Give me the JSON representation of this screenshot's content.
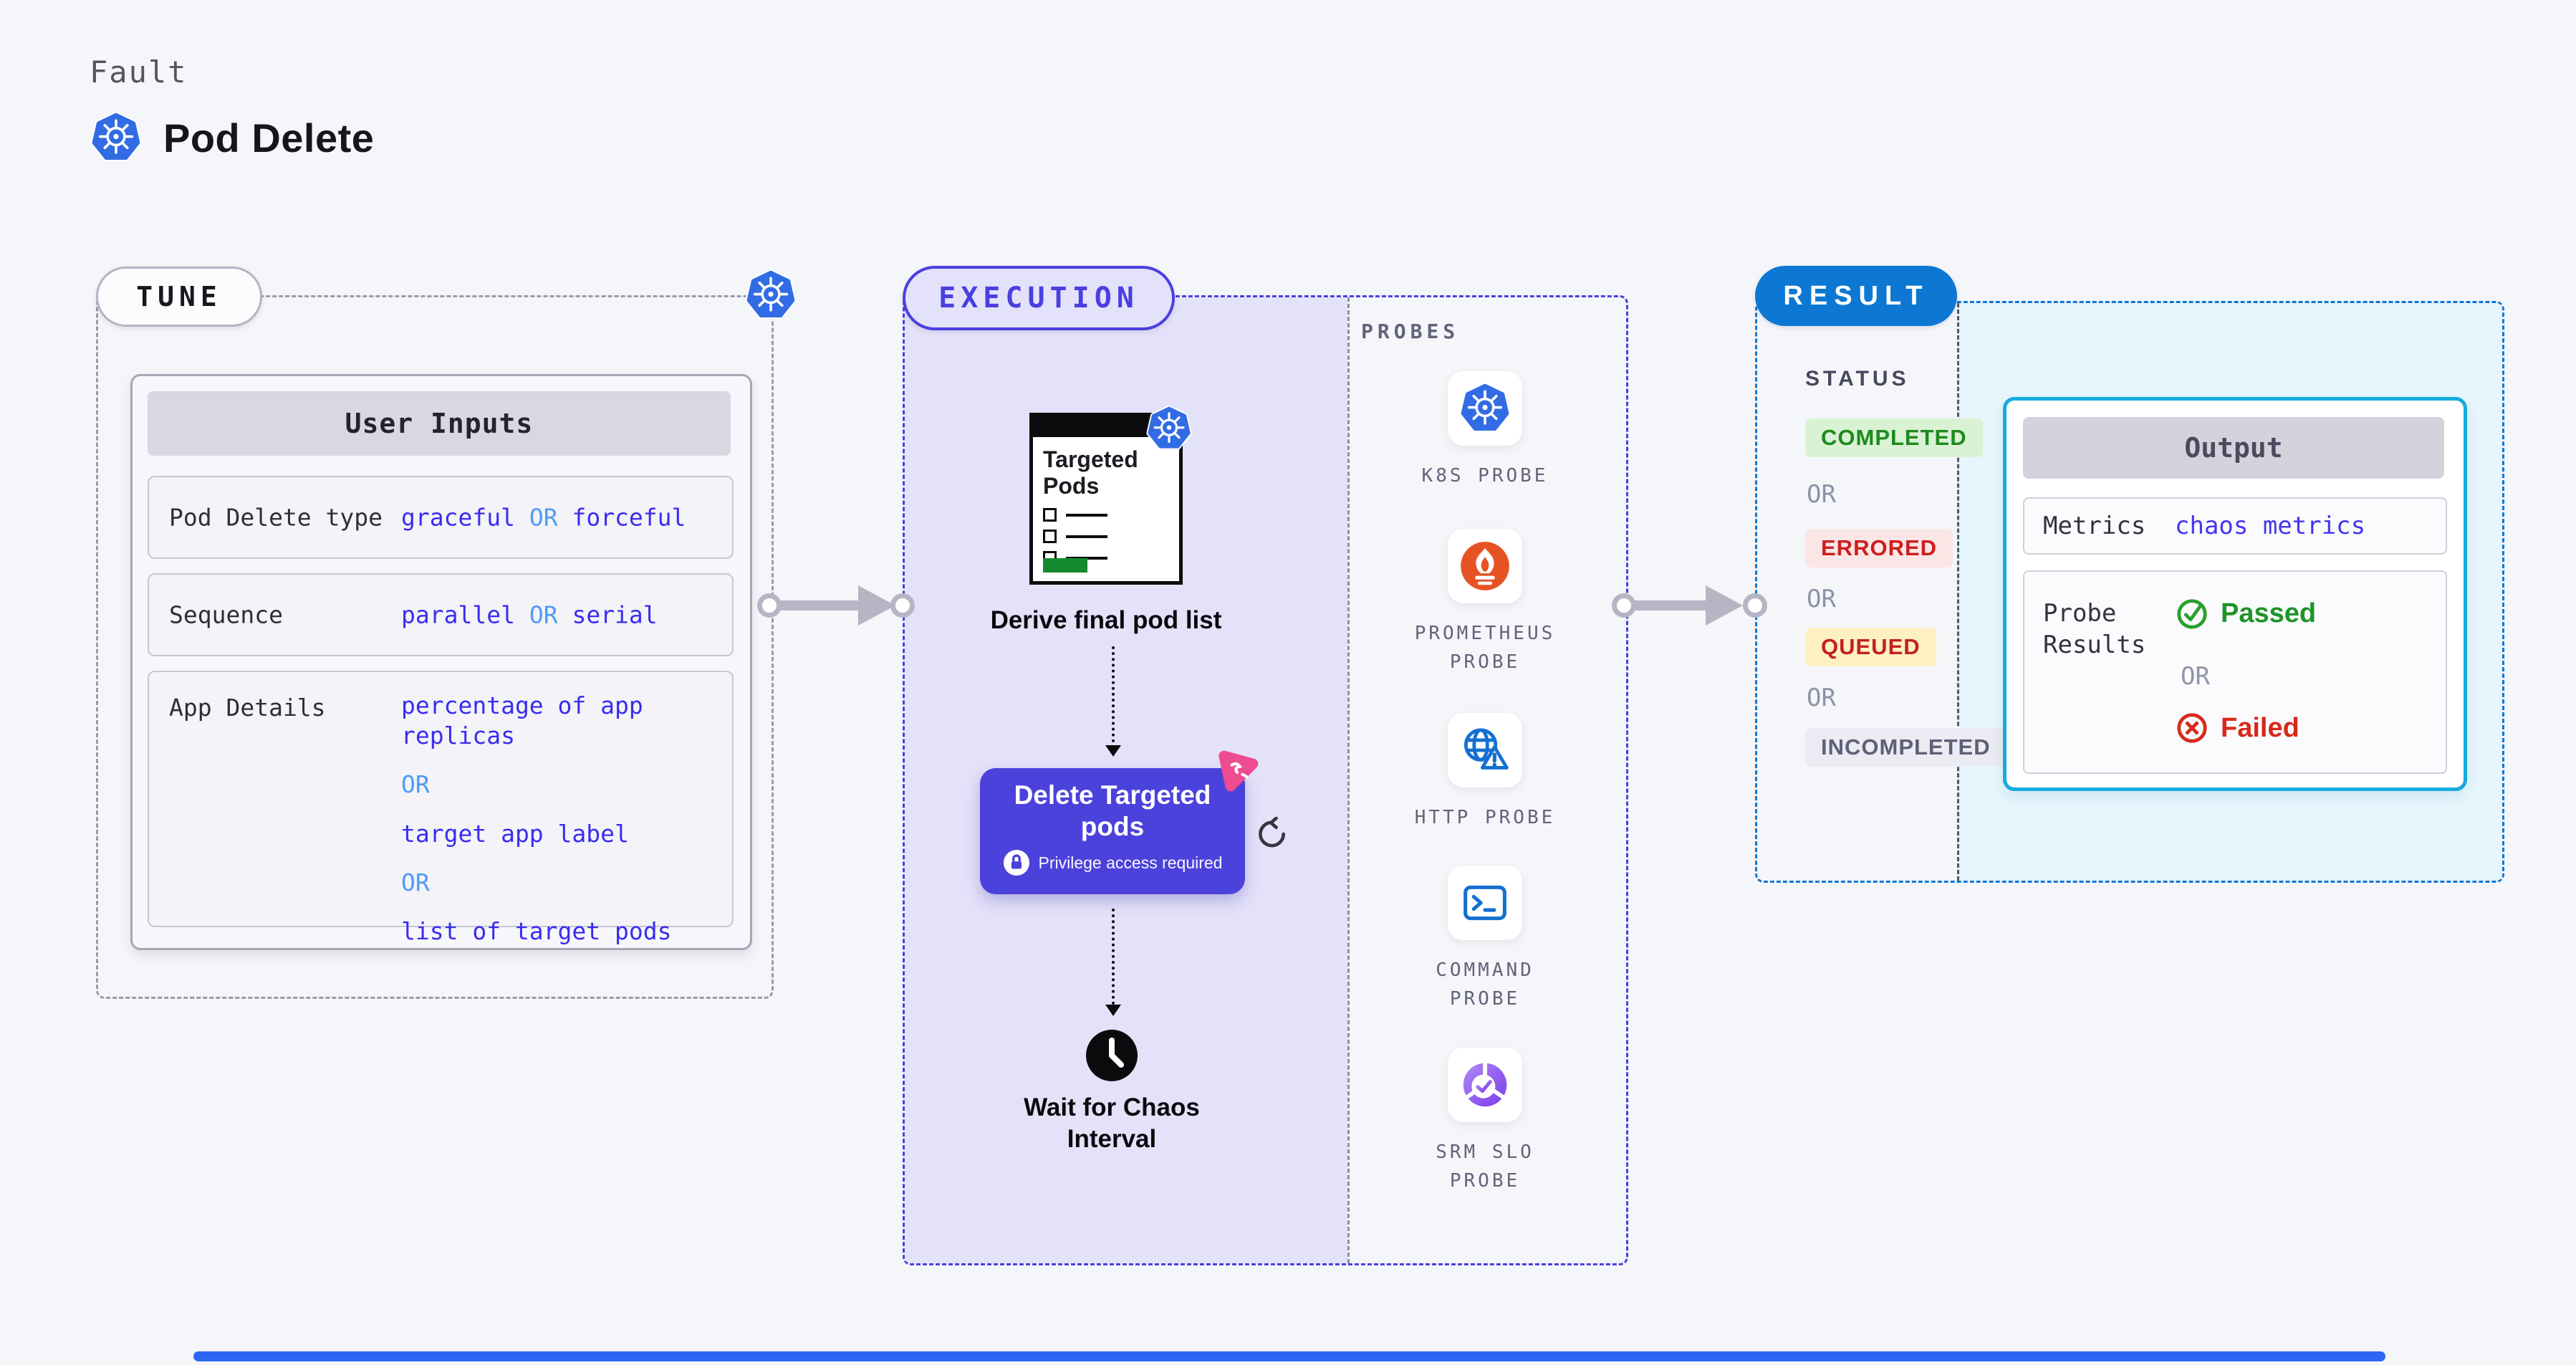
{
  "header": {
    "eyebrow": "Fault",
    "title": "Pod Delete",
    "icon": "kubernetes-icon"
  },
  "tune": {
    "label": "TUNE",
    "table_title": "User Inputs",
    "rows": [
      {
        "label": "Pod Delete type",
        "value_a": "graceful",
        "or": "OR",
        "value_b": "forceful"
      },
      {
        "label": "Sequence",
        "value_a": "parallel",
        "or": "OR",
        "value_b": "serial"
      },
      {
        "label": "App Details",
        "options": [
          "percentage of app replicas",
          "OR",
          "target app label",
          "OR",
          "list of target pods"
        ]
      }
    ]
  },
  "execution": {
    "label": "EXECUTION",
    "pod_card_title": "Targeted Pods",
    "step_derive": "Derive final pod list",
    "step_delete": "Delete Targeted pods",
    "privilege_note": "Privilege access required",
    "step_wait": "Wait for Chaos Interval",
    "probes_title": "PROBES",
    "probes": [
      {
        "label": "K8S PROBE",
        "icon": "kubernetes-icon"
      },
      {
        "label": "PROMETHEUS PROBE",
        "icon": "prometheus-icon"
      },
      {
        "label": "HTTP PROBE",
        "icon": "globe-warning-icon"
      },
      {
        "label": "COMMAND PROBE",
        "icon": "terminal-icon"
      },
      {
        "label": "SRM SLO PROBE",
        "icon": "slo-donut-check-icon"
      }
    ]
  },
  "result": {
    "label": "RESULT",
    "status_title": "STATUS",
    "or": "OR",
    "statuses": [
      {
        "label": "COMPLETED",
        "kind": "completed"
      },
      {
        "label": "ERRORED",
        "kind": "errored"
      },
      {
        "label": "QUEUED",
        "kind": "queued"
      },
      {
        "label": "INCOMPLETED",
        "kind": "incompleted"
      }
    ],
    "output": {
      "title": "Output",
      "metrics_label": "Metrics",
      "metrics_value": "chaos metrics",
      "probe_results_label": "Probe Results",
      "passed": "Passed",
      "or": "OR",
      "failed": "Failed"
    }
  },
  "colors": {
    "kubernetes_blue": "#326ce5",
    "execution_purple": "#4a3fe0",
    "delete_box_indigo": "#4b42dc",
    "result_blue": "#0c78d3",
    "output_cyan": "#16abdf",
    "value_blue": "#3a2cf0",
    "or_light_blue": "#4f9bf7",
    "success_green": "#1d8a1d",
    "error_red": "#cf1d1d",
    "queued_bg": "#fdf0c2",
    "prometheus_orange": "#e75225",
    "chaos_pink": "#ee4c92",
    "lavender_fill": "#e4e2f9",
    "result_fill": "#e7f5fc"
  }
}
